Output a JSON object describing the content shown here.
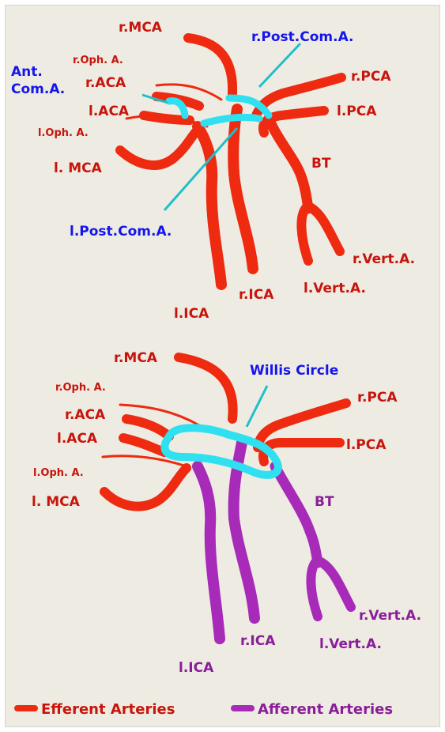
{
  "colors": {
    "efferent": "#ee2a10",
    "afferent": "#a72bb8",
    "communicating": "#2fe0f0",
    "label_red": "#c8140c",
    "label_blue": "#1515ee",
    "label_purple": "#8a1d9a"
  },
  "top_diagram": {
    "labels": {
      "r_mca": "r.MCA",
      "r_post_com_a": "r.Post.Com.A.",
      "ant": "Ant.",
      "com_a": "Com.A.",
      "r_oph_a": "r.Oph. A.",
      "r_aca": "r.ACA",
      "l_aca": "l.ACA",
      "l_oph_a": "l.Oph. A.",
      "l_mca": "l. MCA",
      "r_pca": "r.PCA",
      "l_pca": "l.PCA",
      "bt": "BT",
      "l_post_com_a": "l.Post.Com.A.",
      "r_vert_a": "r.Vert.A.",
      "l_vert_a": "l.Vert.A.",
      "r_ica": "r.ICA",
      "l_ica": "l.ICA"
    }
  },
  "bottom_diagram": {
    "labels": {
      "r_mca": "r.MCA",
      "willis_circle": "Willis Circle",
      "r_oph_a": "r.Oph. A.",
      "r_aca": "r.ACA",
      "l_aca": "l.ACA",
      "l_oph_a": "l.Oph. A.",
      "l_mca": "l. MCA",
      "r_pca": "r.PCA",
      "l_pca": "l.PCA",
      "bt": "BT",
      "r_vert_a": "r.Vert.A.",
      "l_vert_a": "l.Vert.A.",
      "r_ica": "r.ICA",
      "l_ica": "l.ICA"
    }
  },
  "legend": {
    "efferent_label": "Efferent Arteries",
    "afferent_label": "Afferent Arteries"
  }
}
